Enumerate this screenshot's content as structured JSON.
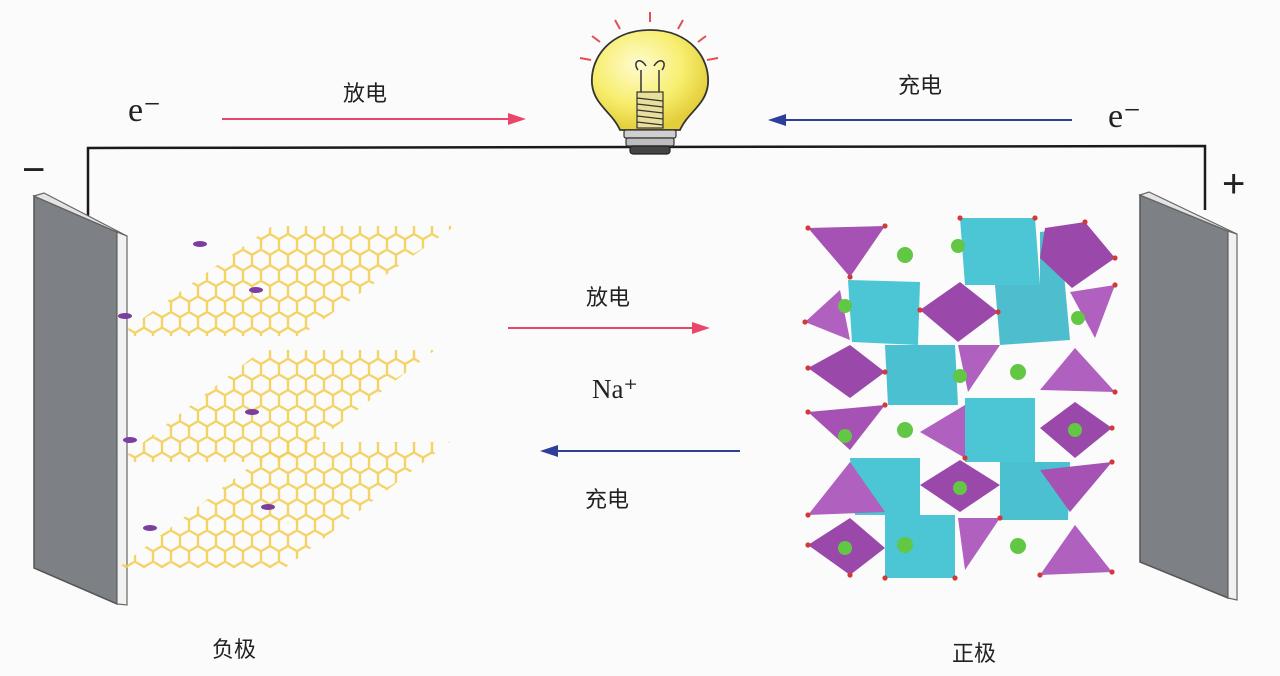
{
  "circuit": {
    "electron_left": "e⁻",
    "electron_right": "e⁻",
    "discharge_top": "放电",
    "charge_top": "充电",
    "minus_sign": "−",
    "plus_sign": "+"
  },
  "ion_flow": {
    "discharge_label": "放电",
    "ion_label": "Na⁺",
    "charge_label": "充电"
  },
  "electrodes": {
    "negative_label": "负极",
    "positive_label": "正极"
  },
  "colors": {
    "discharge_arrow": "#e8476a",
    "charge_arrow": "#2c3f9a",
    "electrode_plate": "#7f8388",
    "graphene": "#f2cf55",
    "octahedron": "#9b4ea8",
    "prism": "#38bfd0",
    "sodium_ion": "#62c744",
    "bulb": "#f6ec6a"
  },
  "icons": {
    "light_bulb": "light-bulb-icon"
  }
}
